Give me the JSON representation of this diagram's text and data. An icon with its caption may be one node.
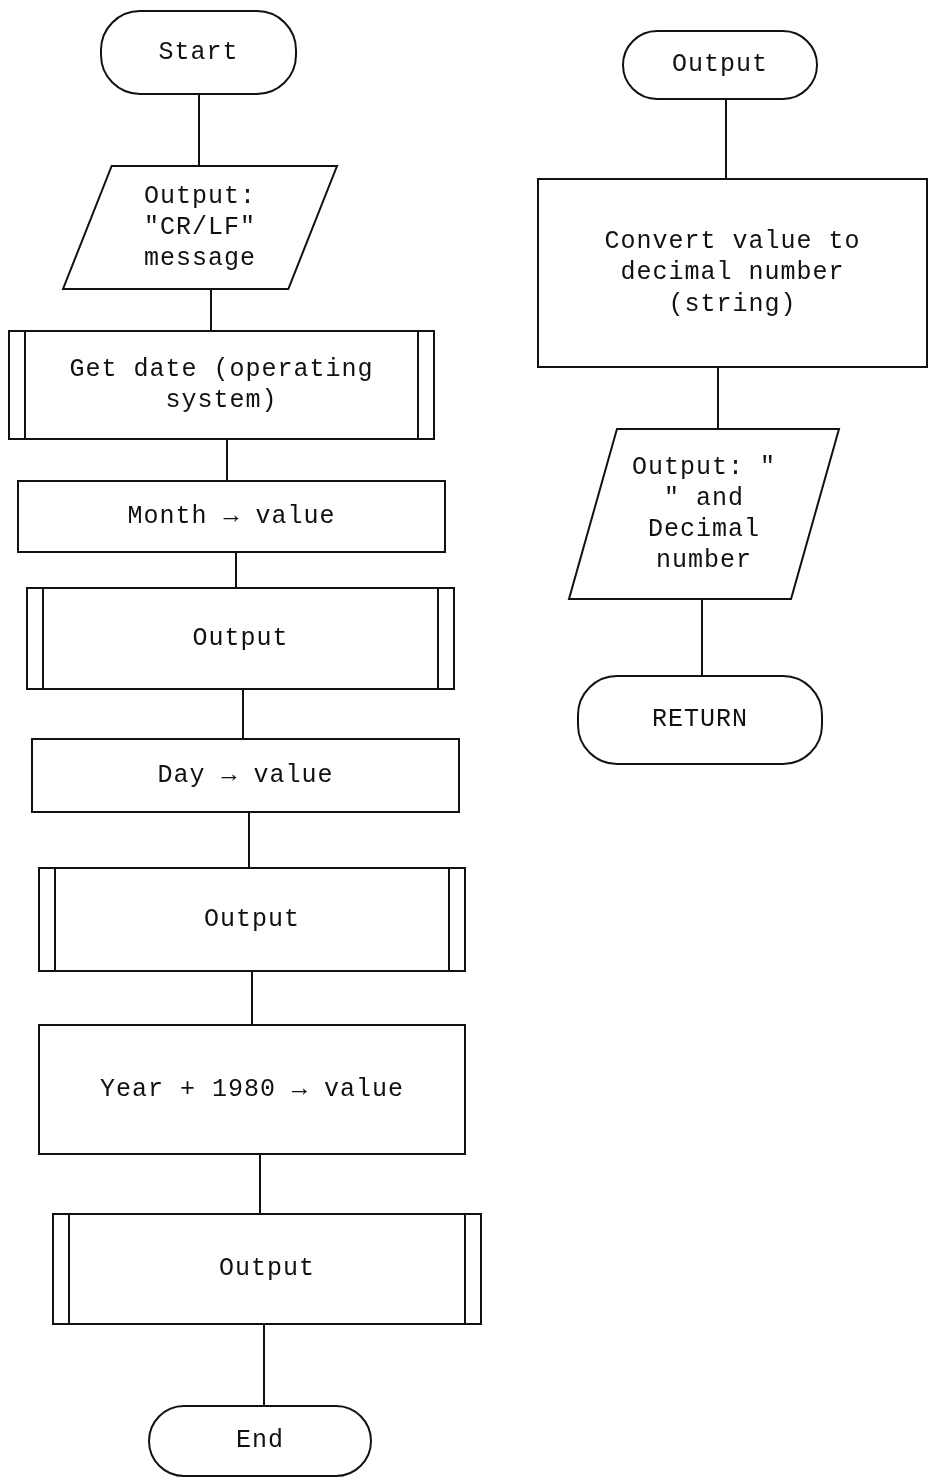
{
  "diagram": {
    "nodes": [
      {
        "text": [
          "Start"
        ]
      },
      {
        "text": [
          "Output: \"CR/LF\" message"
        ]
      },
      {
        "text": [
          "Get date (operating system)"
        ]
      },
      {
        "text": [
          "Month → value"
        ]
      },
      {
        "text": [
          "Output"
        ]
      },
      {
        "text": [
          "Day → value"
        ]
      },
      {
        "text": [
          "Output"
        ]
      },
      {
        "text": [
          "Year + 1980 → value"
        ]
      },
      {
        "text": [
          "Output"
        ]
      },
      {
        "text": [
          "End"
        ]
      },
      {
        "text": [
          "Output"
        ]
      },
      {
        "text": [
          "Convert value to decimal number (string)"
        ]
      },
      {
        "text": [
          "Output: \" \" and Decimal number"
        ]
      },
      {
        "text": [
          "RETURN"
        ]
      }
    ],
    "edges": [
      {
        "from": 0,
        "to": 1,
        "arrow": "none"
      },
      {
        "from": 1,
        "to": 2,
        "arrow": "none"
      },
      {
        "from": 2,
        "to": 3,
        "arrow": "none"
      },
      {
        "from": 3,
        "to": 4,
        "arrow": "none"
      },
      {
        "from": 4,
        "to": 5,
        "arrow": "none"
      },
      {
        "from": 5,
        "to": 6,
        "arrow": "none"
      },
      {
        "from": 6,
        "to": 7,
        "arrow": "none"
      },
      {
        "from": 7,
        "to": 8,
        "arrow": "none"
      },
      {
        "from": 8,
        "to": 9,
        "arrow": "none"
      },
      {
        "from": 10,
        "to": 11,
        "arrow": "none"
      },
      {
        "from": 11,
        "to": 12,
        "arrow": "none"
      },
      {
        "from": 12,
        "to": 13,
        "arrow": "none"
      }
    ]
  }
}
